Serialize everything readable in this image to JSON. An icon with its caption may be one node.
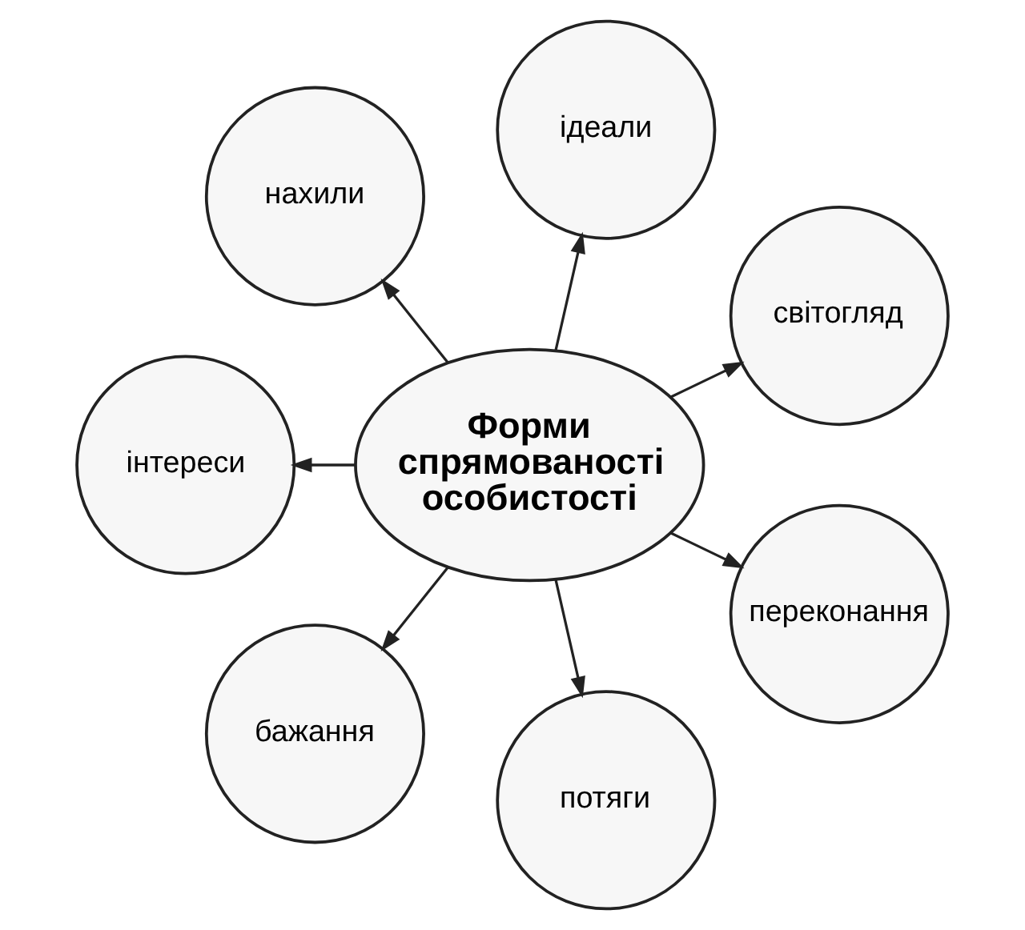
{
  "diagram": {
    "nodes": [
      {
        "text": [
          "Форми спрямованості особистості"
        ]
      },
      {
        "text": [
          "світогляд"
        ]
      },
      {
        "text": [
          "ідеали"
        ]
      },
      {
        "text": [
          "нахили"
        ]
      },
      {
        "text": [
          "інтереси"
        ]
      },
      {
        "text": [
          "бажання"
        ]
      },
      {
        "text": [
          "потяги"
        ]
      },
      {
        "text": [
          "переконання"
        ]
      }
    ],
    "edges": [
      {
        "from": 0,
        "to": 1,
        "arrow": "to"
      },
      {
        "from": 0,
        "to": 2,
        "arrow": "to"
      },
      {
        "from": 0,
        "to": 3,
        "arrow": "to"
      },
      {
        "from": 0,
        "to": 4,
        "arrow": "to"
      },
      {
        "from": 0,
        "to": 5,
        "arrow": "to"
      },
      {
        "from": 0,
        "to": 6,
        "arrow": "to"
      },
      {
        "from": 0,
        "to": 7,
        "arrow": "to"
      }
    ]
  }
}
